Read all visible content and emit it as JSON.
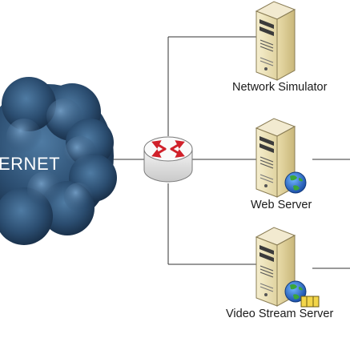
{
  "internet": {
    "label": "ERNET"
  },
  "servers": [
    {
      "label": "Network Simulator"
    },
    {
      "label": "Web Server"
    },
    {
      "label": "Video Stream Server"
    }
  ]
}
